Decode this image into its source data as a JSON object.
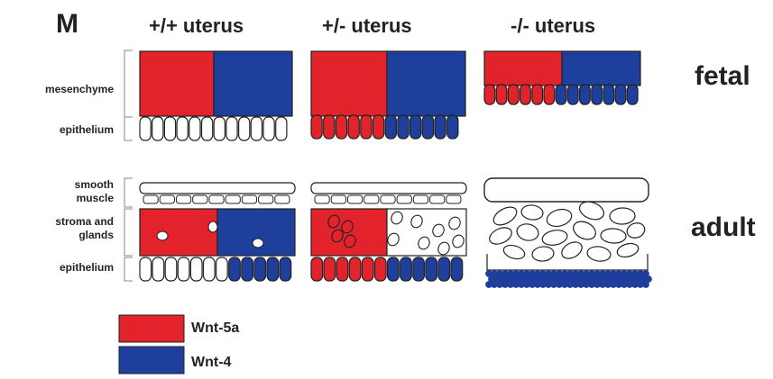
{
  "panel_letter": "M",
  "columns": [
    "+/+ uterus",
    "+/- uterus",
    "-/- uterus"
  ],
  "stages": {
    "fetal": "fetal",
    "adult": "adult"
  },
  "row_labels": {
    "fetal_mesenchyme": "mesenchyme",
    "fetal_epithelium": "epithelium",
    "adult_smooth_muscle": [
      "smooth",
      "muscle"
    ],
    "adult_stroma": [
      "stroma and",
      "glands"
    ],
    "adult_epithelium": "epithelium"
  },
  "legend": [
    {
      "label": "Wnt-5a",
      "color": "#e3232b"
    },
    {
      "label": "Wnt-4",
      "color": "#1f3f9c"
    }
  ],
  "colors": {
    "wnt5a": "#e3232b",
    "wnt4": "#1f3f9c",
    "outline": "#222222",
    "cell": "#ffffff"
  }
}
